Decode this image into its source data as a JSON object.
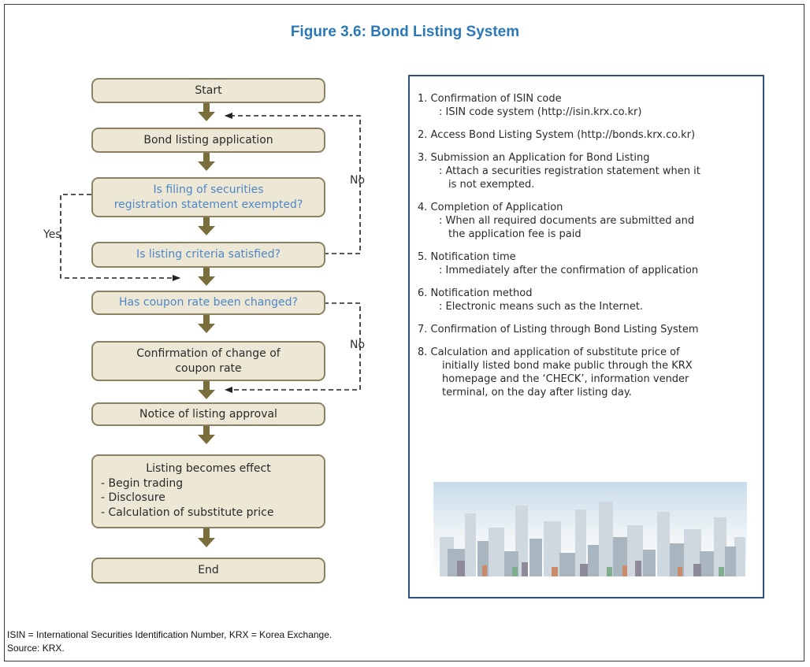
{
  "figure": {
    "title": "Figure 3.6: Bond Listing System"
  },
  "flowchart": {
    "start": "Start",
    "application": "Bond listing application",
    "q_exempted": [
      "Is filing of securities",
      "registration statement exempted?"
    ],
    "q_criteria": "Is listing criteria satisfied?",
    "q_coupon": "Has coupon rate been changed?",
    "confirm_coupon": [
      "Confirmation of change of",
      "coupon rate"
    ],
    "notice": "Notice of listing approval",
    "effect_title": "Listing becomes effect",
    "effect_items": [
      "- Begin trading",
      "- Disclosure",
      "- Calculation of substitute price"
    ],
    "end": "End",
    "label_no_1": "No",
    "label_yes": "Yes",
    "label_no_2": "No"
  },
  "steps": [
    {
      "title": "1.  Confirmation of ISIN code",
      "sub": [
        ": ISIN code system (http://isin.krx.co.kr)"
      ]
    },
    {
      "title": "2.  Access Bond Listing System (http://bonds.krx.co.kr)",
      "sub": []
    },
    {
      "title": "3.  Submission an Application for Bond Listing",
      "sub": [
        ": Attach a securities registration statement when it",
        "is not exempted."
      ]
    },
    {
      "title": "4. Completion of Application",
      "sub": [
        ": When all  required documents are submitted and",
        "the application fee is paid"
      ]
    },
    {
      "title": "5. Notification time",
      "sub": [
        ": Immediately after the confirmation of application"
      ]
    },
    {
      "title": "6. Notification method",
      "sub": [
        ": Electronic means such as the Internet."
      ]
    },
    {
      "title": "7. Confirmation of Listing through Bond Listing System",
      "sub": []
    },
    {
      "title": "8. Calculation and application of substitute price of",
      "sub": [
        "initially listed bond make public through the KRX",
        "homepage and the ‘CHECK’, information vender",
        "terminal, on the day after listing day."
      ]
    }
  ],
  "footnotes": {
    "abbrev": "ISIN = International Securities Identification Number, KRX = Korea Exchange.",
    "source": "Source: KRX."
  },
  "colors": {
    "title": "#2a78b5",
    "question_text": "#4f86c6",
    "box_fill": "#ece8d5",
    "box_border": "#8c8162",
    "arrow": "#7a6e3d",
    "panel_border": "#2f4f82"
  }
}
